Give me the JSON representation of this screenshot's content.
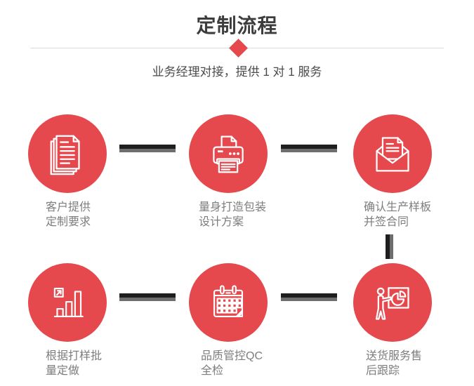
{
  "page": {
    "title": "定制流程",
    "subtitle": "业务经理对接，提供 1 对 1 服务"
  },
  "colors": {
    "accent_red": "#e5484d",
    "connector_dark": "#1e1e1e",
    "connector_gray": "#6e6e6e",
    "title_text": "#3d3d3d",
    "subtitle_text": "#4a4a4a",
    "label_text": "#7d7d7d",
    "divider_line": "#dcdcdc"
  },
  "steps": [
    {
      "icon": "documents-icon",
      "label_line1": "客户提供",
      "label_line2": "定制要求"
    },
    {
      "icon": "printer-icon",
      "label_line1": "量身打造包装",
      "label_line2": "设计方案"
    },
    {
      "icon": "envelope-icon",
      "label_line1": "确认生产样板",
      "label_line2": "并签合同"
    },
    {
      "icon": "bar-chart-icon",
      "label_line1": "根据打样批",
      "label_line2": "量定做"
    },
    {
      "icon": "calendar-icon",
      "label_line1": "品质管控QC",
      "label_line2": "全检"
    },
    {
      "icon": "presentation-icon",
      "label_line1": "送货服务售",
      "label_line2": "后跟踪"
    }
  ]
}
